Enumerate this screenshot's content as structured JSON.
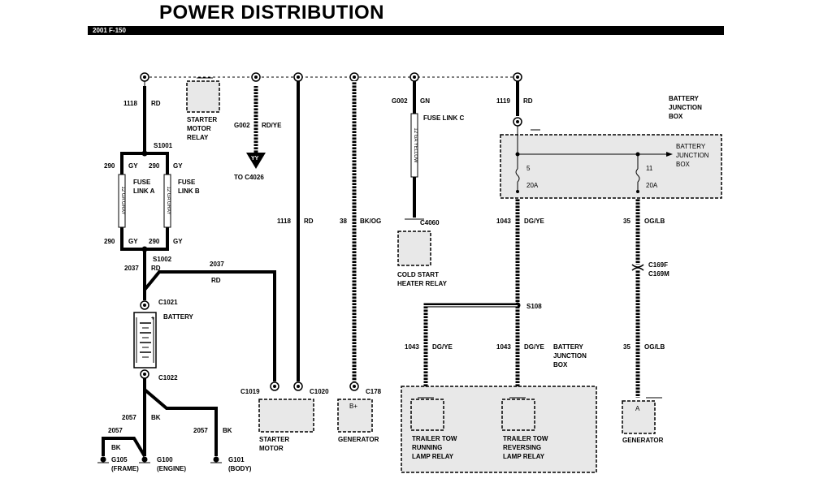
{
  "header": {
    "title": "POWER DISTRIBUTION",
    "model": "2001 F-150"
  },
  "labels": {
    "c1118_top": "1118",
    "rd_top": "RD",
    "starter_motor_relay": [
      "STARTER",
      "MOTOR",
      "RELAY"
    ],
    "g002_a": "G002",
    "rd_ye": "RD/YE",
    "yy": "YY",
    "to_c4026": "TO C4026",
    "g002_b": "G002",
    "gn": "GN",
    "fuse_link_c": "FUSE LINK C",
    "yellow_text": "12 GA YELLOW",
    "c1119": "1119",
    "rd_1119": "RD",
    "bjb_top": [
      "BATTERY",
      "JUNCTION",
      "BOX"
    ],
    "bjb_inside": [
      "BATTERY",
      "JUNCTION",
      "BOX"
    ],
    "s1001": "S1001",
    "w290": "290",
    "gy": "GY",
    "fuse_link_a": [
      "FUSE",
      "LINK A"
    ],
    "fuse_link_b": [
      "FUSE",
      "LINK B"
    ],
    "gray_text": "12 GA GRAY",
    "s1002": "S1002",
    "w2037": "2037",
    "rd": "RD",
    "c1021": "C1021",
    "battery": "BATTERY",
    "c1022": "C1022",
    "w1118_mid": "1118",
    "w38": "38",
    "bk_og": "BK/OG",
    "c4060": "C4060",
    "cold_start": [
      "COLD START",
      "HEATER RELAY"
    ],
    "fuse5": "5",
    "fuse11": "11",
    "amp20": "20A",
    "w1043": "1043",
    "dg_ye": "DG/YE",
    "w35": "35",
    "og_lb": "OG/LB",
    "c169f": "C169F",
    "c169m": "C169M",
    "s108": "S108",
    "bjb_lower": [
      "BATTERY",
      "JUNCTION",
      "BOX"
    ],
    "w2057": "2057",
    "bk": "BK",
    "c1019": "C1019",
    "c1020": "C1020",
    "c178": "C178",
    "b_plus": "B+",
    "starter_motor": [
      "STARTER",
      "MOTOR"
    ],
    "generator": "GENERATOR",
    "trailer_running": [
      "TRAILER TOW",
      "RUNNING",
      "LAMP RELAY"
    ],
    "trailer_reversing": [
      "TRAILER TOW",
      "REVERSING",
      "LAMP RELAY"
    ],
    "pin_a": "A",
    "g105": "G105",
    "frame": "(FRAME)",
    "g100": "G100",
    "engine": "(ENGINE)",
    "g101": "G101",
    "body": "(BODY)"
  }
}
